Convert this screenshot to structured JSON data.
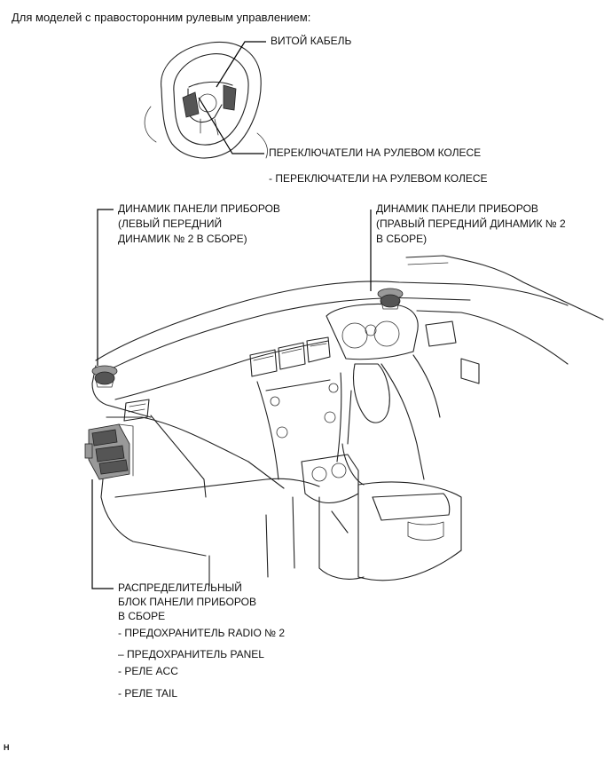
{
  "title": "Для моделей с правосторонним рулевым управлением:",
  "labels": {
    "spiral_cable": "ВИТОЙ КАБЕЛЬ",
    "steering_switches": "ПЕРЕКЛЮЧАТЕЛИ НА РУЛЕВОМ КОЛЕСЕ",
    "steering_switches_sub": "- ПЕРЕКЛЮЧАТЕЛИ НА РУЛЕВОМ КОЛЕСЕ",
    "left_speaker": [
      "ДИНАМИК ПАНЕЛИ ПРИБОРОВ",
      "(ЛЕВЫЙ ПЕРЕДНИЙ",
      "ДИНАМИК № 2 В СБОРЕ)"
    ],
    "right_speaker": [
      "ДИНАМИК ПАНЕЛИ ПРИБОРОВ",
      "(ПРАВЫЙ ПЕРЕДНИЙ ДИНАМИК № 2",
      "В СБОРЕ)"
    ],
    "junction_block": [
      "РАСПРЕДЕЛИТЕЛЬНЫЙ",
      "БЛОК ПАНЕЛИ ПРИБОРОВ",
      "В СБОРЕ"
    ],
    "junction_items": [
      "- ПРЕДОХРАНИТЕЛЬ RADIO № 2",
      "– ПРЕДОХРАНИТЕЛЬ PANEL",
      "- РЕЛЕ ACC",
      "- РЕЛЕ TAIL"
    ]
  },
  "footer_code": "H"
}
